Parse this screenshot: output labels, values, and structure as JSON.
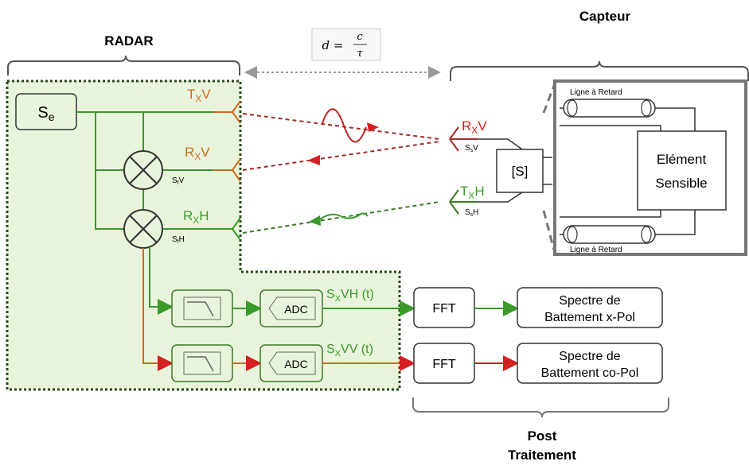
{
  "labels": {
    "radar": "RADAR",
    "capteur": "Capteur",
    "post_line1": "Post",
    "post_line2": "Traitement",
    "distance_eq": {
      "lhs": "d =",
      "num": "c",
      "den": "τ"
    }
  },
  "radar": {
    "source": {
      "main": "S",
      "sub": "e"
    },
    "tx_v": {
      "main": "T",
      "sub": "X",
      "tail": "V"
    },
    "rx_v": {
      "main": "R",
      "sub": "X",
      "tail": "V"
    },
    "rx_h": {
      "main": "R",
      "sub": "X",
      "tail": "H"
    },
    "mixer1_out": {
      "main": "S",
      "sub": "f",
      "tail": "V"
    },
    "mixer2_out": {
      "main": "S",
      "sub": "f",
      "tail": "H"
    },
    "adc": "ADC",
    "sig_xvh": {
      "main": "S",
      "sub": "X",
      "tail": "VH (t)"
    },
    "sig_xvv": {
      "main": "S",
      "sub": "X",
      "tail": "VV (t)"
    }
  },
  "sensor": {
    "rx_v": {
      "main": "R",
      "sub": "X",
      "tail": "V"
    },
    "rx_v_sig": {
      "main": "S",
      "sub": "s",
      "tail": "V"
    },
    "tx_h": {
      "main": "T",
      "sub": "X",
      "tail": "H"
    },
    "tx_h_sig": {
      "main": "S",
      "sub": "s",
      "tail": "H"
    },
    "switch": "[S]",
    "delay_line_top": "Ligne à Retard",
    "delay_line_bottom": "Ligne à Retard",
    "element_line1": "Elément",
    "element_line2": "Sensible"
  },
  "post": {
    "fft": "FFT",
    "spectre_x": [
      "Spectre de",
      "Battement x-Pol"
    ],
    "spectre_co": [
      "Spectre de",
      "Battement co-Pol"
    ]
  },
  "colors": {
    "green": "#3a9a2a",
    "orange": "#d2691e",
    "red": "#d42020",
    "dark_red": "#a52a2a",
    "radar_fill": "#e8f5dc",
    "radar_border": "#2a4a1a"
  }
}
